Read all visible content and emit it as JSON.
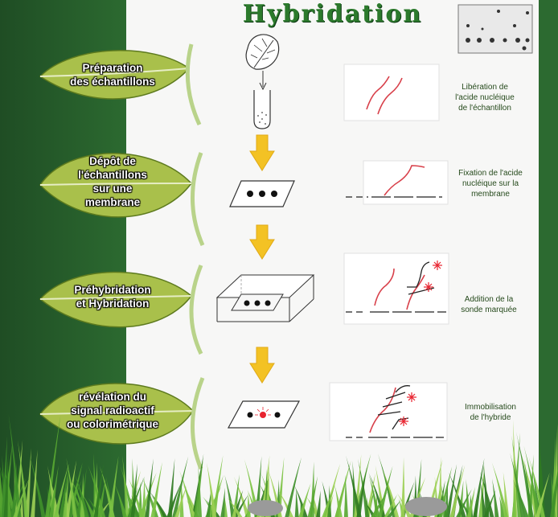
{
  "title": "Hybridation",
  "steps": [
    {
      "label": "Préparation\ndes échantillons",
      "description": "Libération de\nl'acide nucléique\nde l'échantillon"
    },
    {
      "label": "Dépôt de\nl'échantillons\nsur une\nmembrane",
      "description": "Fixation de l'acide\nnucléique sur la\nmembrane"
    },
    {
      "label": "Préhybridation\net Hybridation",
      "description": "Addition de la\nsonde marquée"
    },
    {
      "label": "révélation du\nsignal radioactif\nou colorimétrique",
      "description": "Immobilisation\nde l'hybride"
    }
  ],
  "colors": {
    "dark_green": "#1f4d24",
    "leaf_green": "#9cb53a",
    "title_green": "#2c7a2c",
    "arrow_yellow": "#f3c224",
    "strand_red": "#d8404a",
    "label_sparkle_red": "#e8232f"
  },
  "icons": [
    "leaf-icon",
    "test-tube-icon",
    "membrane-icon",
    "hybridization-box-icon",
    "arrow-down-icon",
    "blot-photo-icon",
    "grass-icon"
  ]
}
